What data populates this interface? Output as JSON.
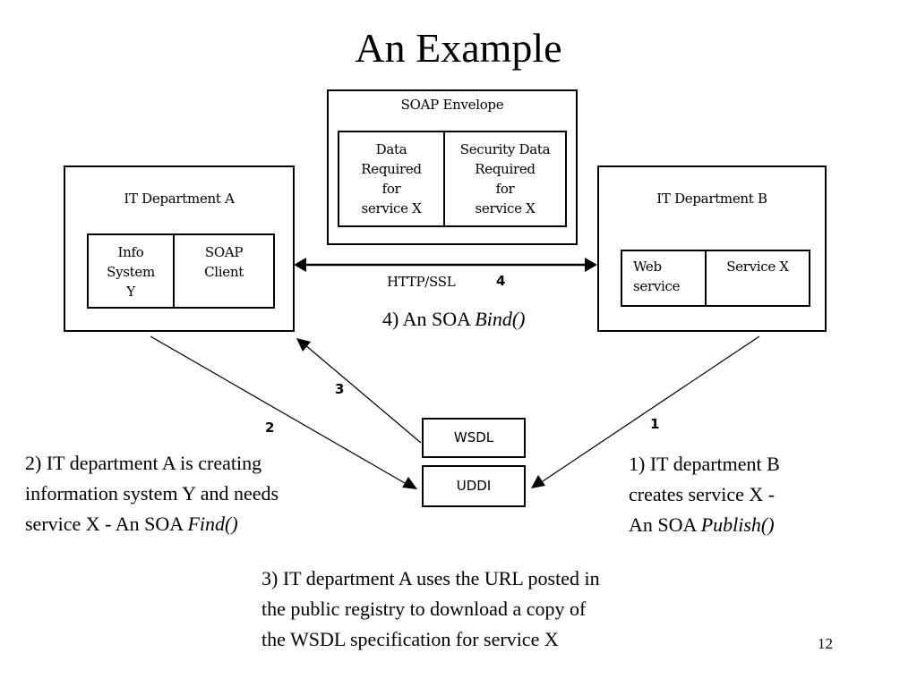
{
  "title": "An Example",
  "slide_number": "12",
  "soap_envelope": {
    "label": "SOAP Envelope",
    "data_cell": "Data\nRequired\nfor\nservice X",
    "security_cell": "Security Data\nRequired\nfor\nservice X"
  },
  "dept_a": {
    "label": "IT Department A",
    "info_cell": "Info\nSystem\nY",
    "client_cell": "SOAP\nClient"
  },
  "dept_b": {
    "label": "IT Department B",
    "web_cell": "Web\nservice",
    "service_cell": "Service X"
  },
  "link": {
    "protocol": "HTTP/SSL",
    "step": "4"
  },
  "registry": {
    "wsdl": "WSDL",
    "uddi": "UDDI"
  },
  "step_labels": {
    "find": "2",
    "download": "3",
    "publish": "1"
  },
  "captions": {
    "bind": {
      "text": "4) An SOA ",
      "italic": "Bind()"
    },
    "find": {
      "text": "2) IT department A is creating\ninformation system Y and needs\nservice X - An SOA ",
      "italic": "Find()"
    },
    "publish": {
      "text": "1) IT department B\ncreates service X  -\nAn SOA ",
      "italic": "Publish()"
    },
    "download": "3) IT department A uses the URL posted in\nthe public registry to download a copy of\nthe WSDL specification for service X"
  }
}
